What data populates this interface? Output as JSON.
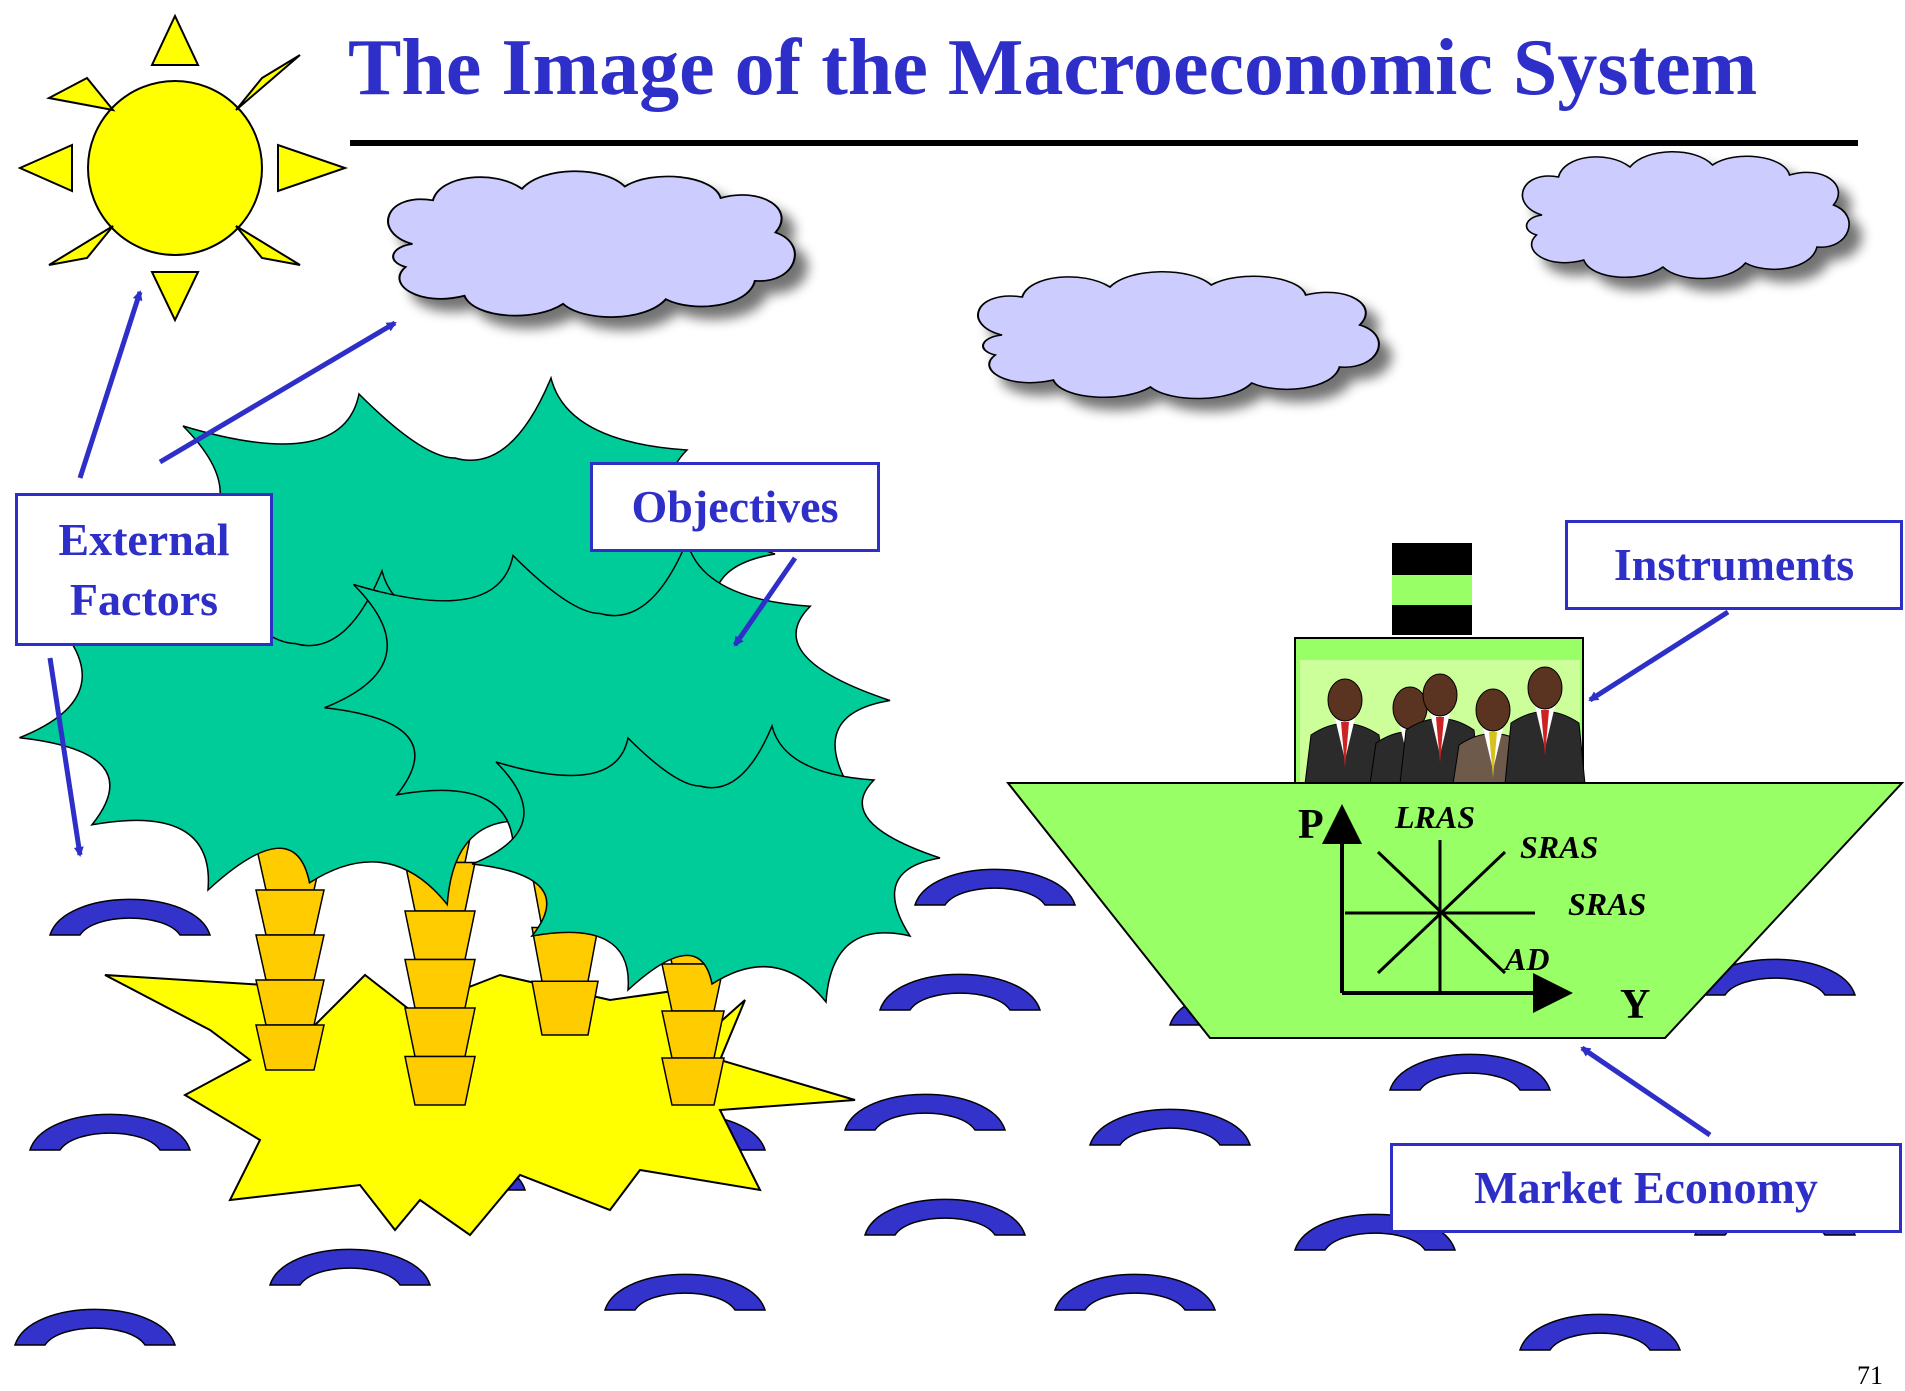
{
  "slide": {
    "title": "The Image of the Macroeconomic System",
    "page_number": "71"
  },
  "labels": {
    "external_factors_line1": "External",
    "external_factors_line2": "Factors",
    "objectives": "Objectives",
    "instruments": "Instruments",
    "market_economy": "Market Economy"
  },
  "ship_chart": {
    "y_axis_label": "P",
    "x_axis_label": "Y",
    "curves": [
      "LRAS",
      "SRAS",
      "SRAS",
      "AD"
    ]
  },
  "colors": {
    "label_blue": "#2e2ec8",
    "sun_yellow": "#ffff00",
    "cloud_lavender": "#ccccff",
    "palm_green": "#00cc99",
    "trunk_orange": "#ffcc00",
    "island_yellow": "#ffff00",
    "ship_green": "#99ff66",
    "wave_blue": "#3333cc"
  },
  "icons": [
    "sun-icon",
    "cloud-icon",
    "palm-tree-icon",
    "island-icon",
    "ship-icon",
    "wave-icon",
    "people-group-icon"
  ]
}
